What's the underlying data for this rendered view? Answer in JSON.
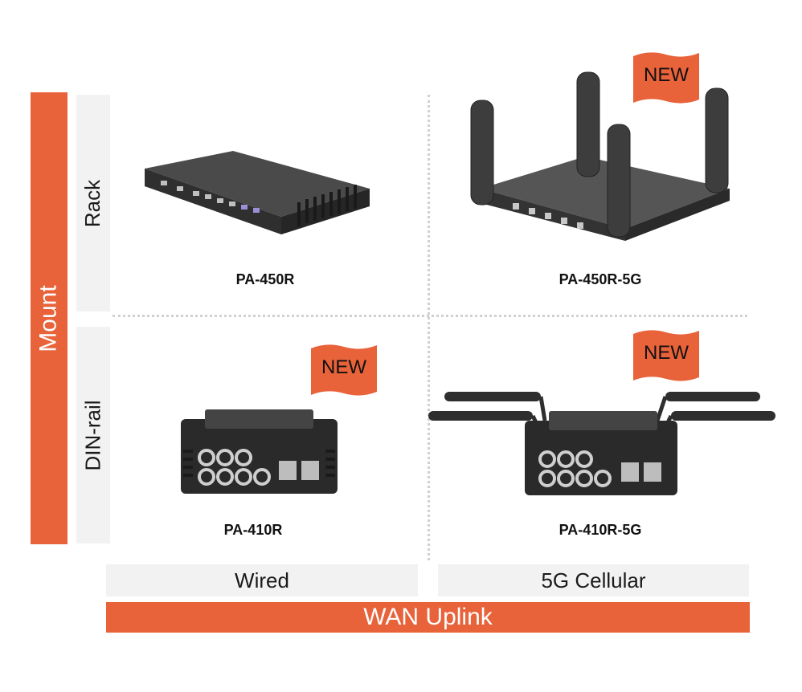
{
  "axes": {
    "vertical_title": "Mount",
    "rows": [
      "Rack",
      "DIN-rail"
    ],
    "columns": [
      "Wired",
      "5G Cellular"
    ],
    "horizontal_title": "WAN Uplink"
  },
  "products": {
    "pa450r": {
      "name": "PA-450R"
    },
    "pa450r5g": {
      "name": "PA-450R-5G",
      "badge": "NEW"
    },
    "pa410r": {
      "name": "PA-410R",
      "badge": "NEW"
    },
    "pa410r5g": {
      "name": "PA-410R-5G",
      "badge": "NEW"
    }
  },
  "colors": {
    "accent": "#e8623a",
    "panel": "#f2f2f2",
    "device": "#2b2b2b"
  }
}
